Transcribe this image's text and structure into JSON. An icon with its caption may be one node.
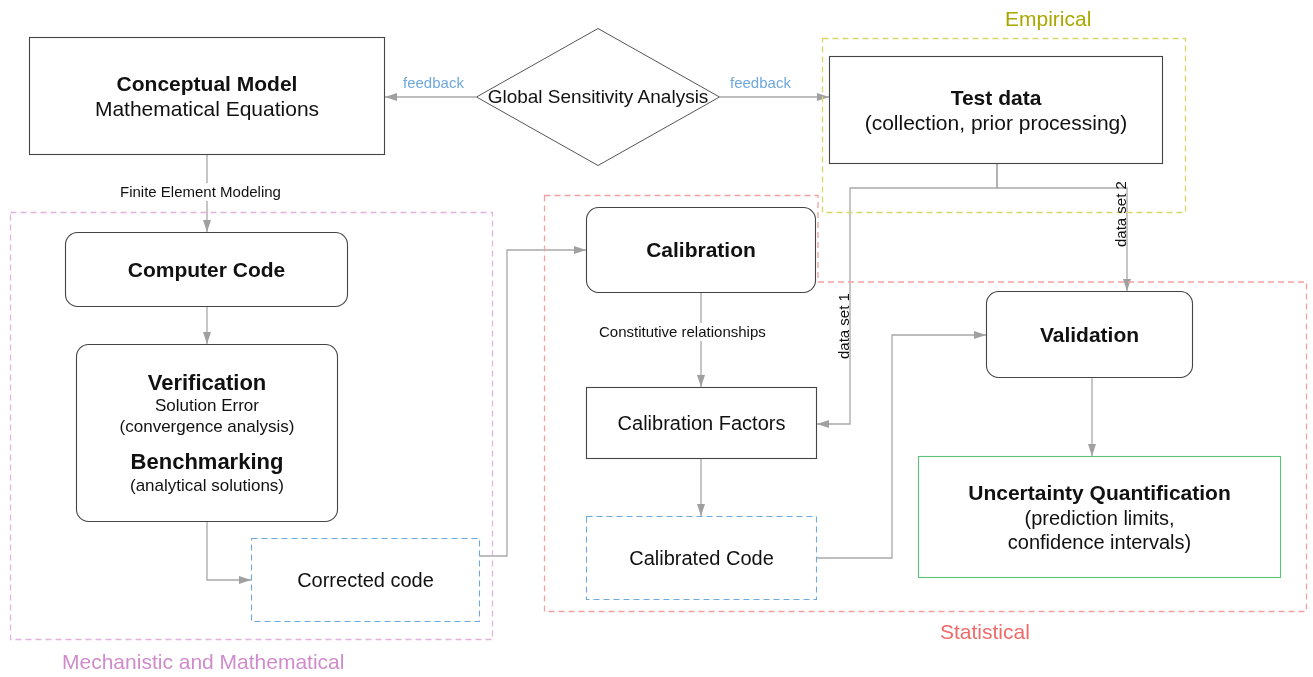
{
  "diagram": {
    "nodes": [
      {
        "text": [
          "Conceptual Model",
          "Mathematical Equations"
        ]
      },
      {
        "text": [
          "Global Sensitivity Analysis"
        ]
      },
      {
        "text": [
          "Empirical"
        ]
      },
      {
        "text": [
          "Test data",
          "(collection, prior processing)"
        ],
        "in": 2
      },
      {
        "text": [
          "Mechanistic and Mathematical"
        ]
      },
      {
        "text": [
          "Computer Code"
        ],
        "in": 4
      },
      {
        "text": [
          "Verification",
          "Solution Error (convergence analysis)",
          "Benchmarking",
          "(analytical solutions)"
        ],
        "in": 4
      },
      {
        "text": [
          "Corrected code"
        ],
        "in": 4
      },
      {
        "text": [
          "Statistical"
        ]
      },
      {
        "text": [
          "Calibration"
        ],
        "in": 8
      },
      {
        "text": [
          "Calibration Factors"
        ],
        "in": 8
      },
      {
        "text": [
          "Calibrated Code"
        ],
        "in": 8
      },
      {
        "text": [
          "Validation"
        ],
        "in": 8
      },
      {
        "text": [
          "Uncertainty Quantification",
          "(prediction limits, confidence intervals)"
        ],
        "in": 8
      }
    ],
    "edges": [
      {
        "from": 1,
        "to": 0,
        "arrow": "to",
        "label": "feedback"
      },
      {
        "from": 1,
        "to": 3,
        "arrow": "to",
        "label": "feedback"
      },
      {
        "from": 0,
        "to": 5,
        "arrow": "to",
        "label": "Finite Element Modeling"
      },
      {
        "from": 5,
        "to": 6,
        "arrow": "to"
      },
      {
        "from": 6,
        "to": 7,
        "arrow": "to"
      },
      {
        "from": 7,
        "to": 9,
        "arrow": "to"
      },
      {
        "from": 9,
        "to": 10,
        "arrow": "to",
        "label": "Constitutive relationships"
      },
      {
        "from": 3,
        "to": 10,
        "arrow": "to",
        "label": "data set 1"
      },
      {
        "from": 3,
        "to": 12,
        "arrow": "to",
        "label": "data set 2"
      },
      {
        "from": 10,
        "to": 11,
        "arrow": "to"
      },
      {
        "from": 11,
        "to": 12,
        "arrow": "to"
      },
      {
        "from": 12,
        "to": 13,
        "arrow": "to"
      }
    ]
  }
}
